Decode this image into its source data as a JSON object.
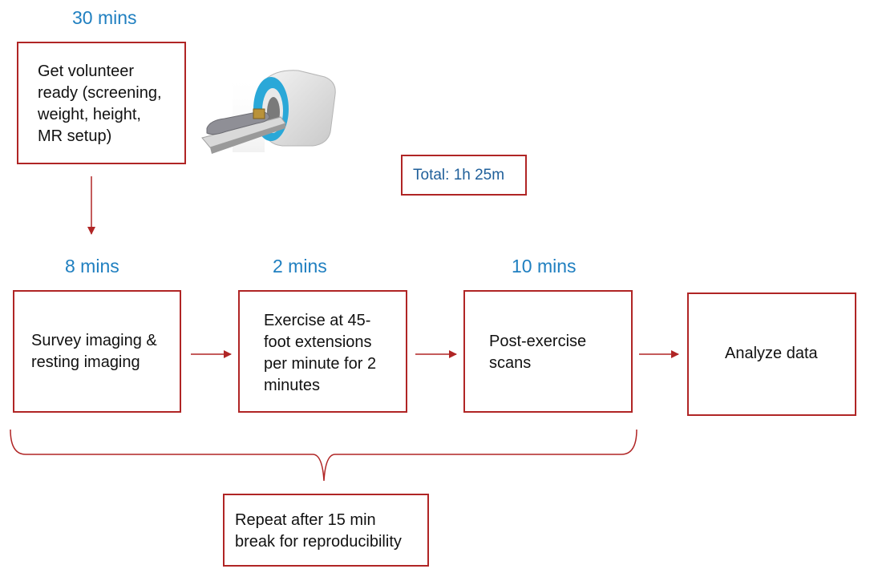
{
  "durations": {
    "prep": "30 mins",
    "step1": "8 mins",
    "step2": "2 mins",
    "step3": "10 mins"
  },
  "boxes": {
    "prep": "Get volunteer\nready (screening,\nweight, height,\nMR setup)",
    "total": "Total: 1h 25m",
    "step1": "Survey imaging &\nresting imaging",
    "step2": "Exercise at 45-\nfoot extensions\nper minute for 2\nminutes",
    "step3": "Post-exercise\nscans",
    "step4": "Analyze data",
    "repeat": "Repeat after 15 min\nbreak for reproducibility"
  },
  "colors": {
    "border": "#b02525",
    "duration_text": "#1f7fc0",
    "scanner_accent": "#2aa8d8"
  },
  "icons": {
    "scanner": "mri-scanner-icon"
  }
}
